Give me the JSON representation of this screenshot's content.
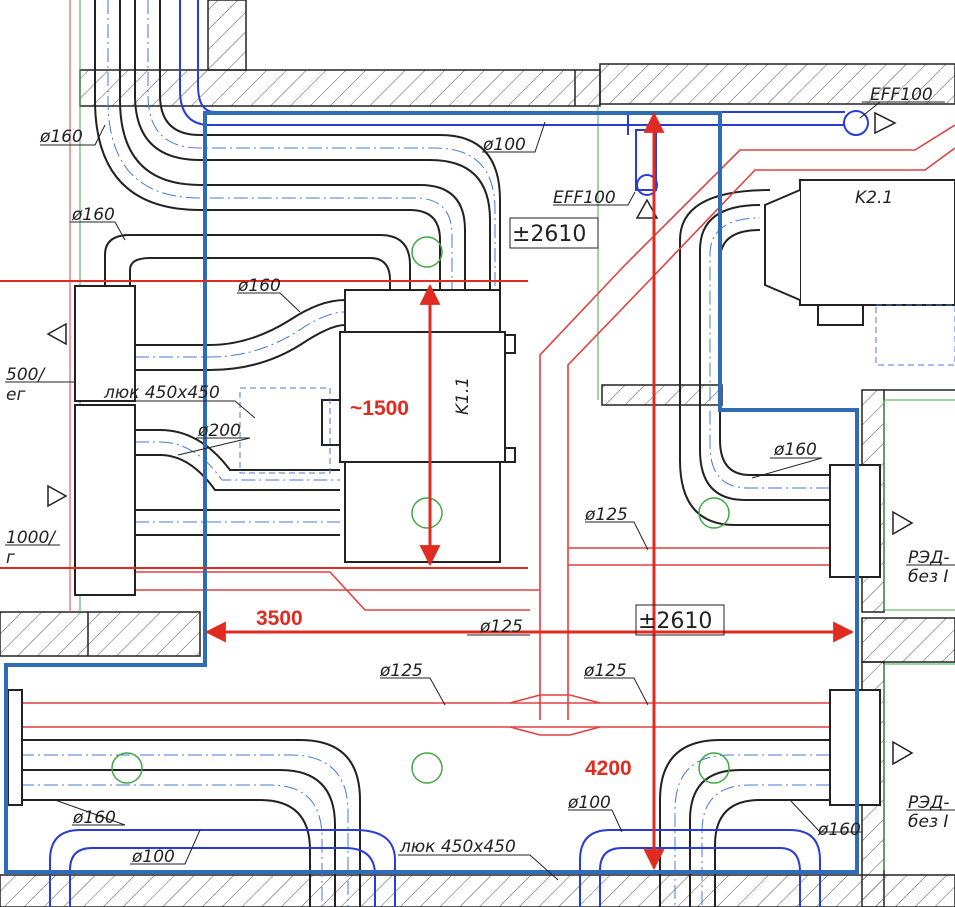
{
  "plan": {
    "labels": {
      "d160_a": "ø160",
      "d160_b": "ø160",
      "d160_c": "ø160",
      "d160_d": "ø160",
      "d160_e": "ø160",
      "d160_f": "ø160",
      "d100_a": "ø100",
      "d100_b": "ø100",
      "d100_c": "ø100",
      "d125_a": "ø125",
      "d125_b": "ø125",
      "d125_c": "ø125",
      "d125_d": "ø125",
      "d200": "ø200",
      "eff100_a": "EFF100",
      "eff100_b": "EFF100",
      "elev_a": "±2610",
      "elev_b": "±2610",
      "k11": "K1.1",
      "k21": "K2.1",
      "hatch_a": "люк 450x450",
      "hatch_b": "люк 450x450",
      "left_500": "500/",
      "left_eg": "ег",
      "left_1000": "1000/",
      "left_g": "г",
      "red_a": "РЭД-",
      "red_a2": "без I",
      "red_b": "РЭД-",
      "red_b2": "без I"
    },
    "dimensions": {
      "width_3500": "3500",
      "height_4200": "4200",
      "unit_1500": "~1500"
    },
    "colors": {
      "boundary": "#2e6db5",
      "dimension": "#e02b20",
      "supply_duct": "#e04040",
      "exhaust_duct": "#2a3cd6",
      "wall": "#222222"
    }
  }
}
